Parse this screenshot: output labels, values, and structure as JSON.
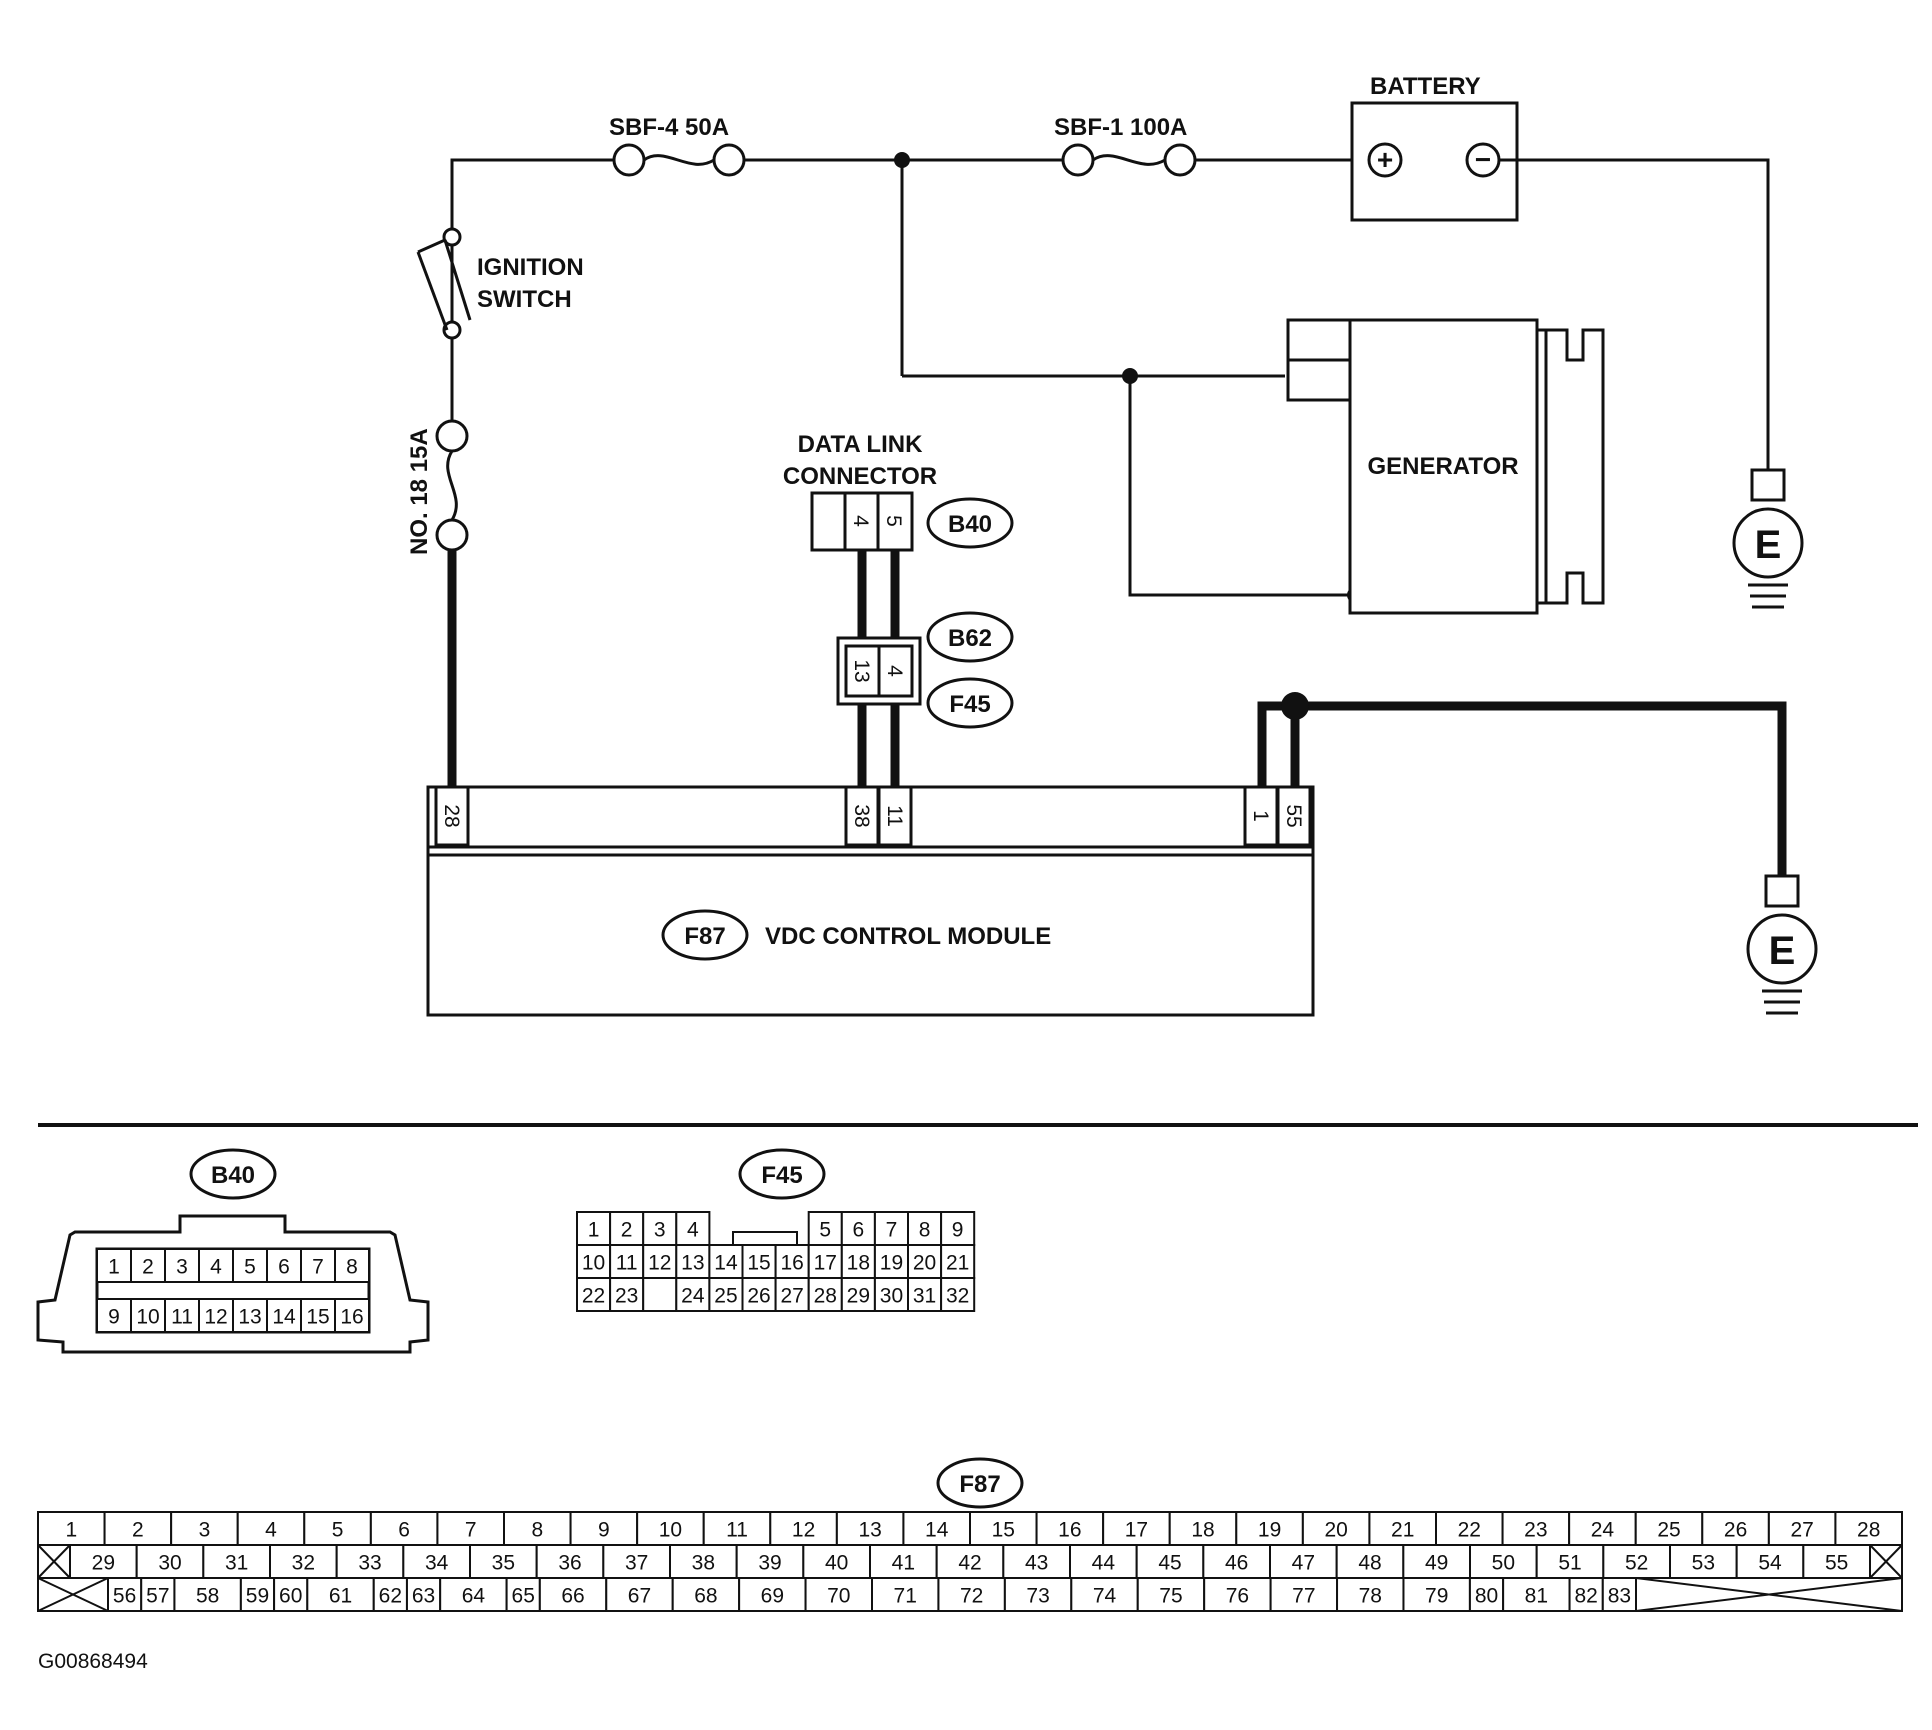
{
  "labels": {
    "battery": "BATTERY",
    "fuse_sbf4": "SBF-4 50A",
    "fuse_sbf1": "SBF-1 100A",
    "ignition_line1": "IGNITION",
    "ignition_line2": "SWITCH",
    "fuse_no18": "NO. 18 15A",
    "dlc_line1": "DATA LINK",
    "dlc_line2": "CONNECTOR",
    "generator": "GENERATOR",
    "vdc_module": "VDC CONTROL MODULE",
    "ground_symbol": "E",
    "battery_plus": "+",
    "battery_minus": "−",
    "figure_code": "G00868494"
  },
  "connectors": {
    "b40": "B40",
    "b62": "B62",
    "f45": "F45",
    "f87": "F87"
  },
  "pins": {
    "dlc": [
      "4",
      "5"
    ],
    "joint": [
      "13",
      "4"
    ],
    "module": [
      "28",
      "38",
      "11",
      "1",
      "55"
    ]
  },
  "b40_pins": {
    "top": [
      "1",
      "2",
      "3",
      "4",
      "5",
      "6",
      "7",
      "8"
    ],
    "bottom": [
      "9",
      "10",
      "11",
      "12",
      "13",
      "14",
      "15",
      "16"
    ]
  },
  "f45_pins": {
    "row1_left": [
      "1",
      "2",
      "3",
      "4"
    ],
    "row1_right": [
      "5",
      "6",
      "7",
      "8",
      "9"
    ],
    "row2": [
      "10",
      "11",
      "12",
      "13",
      "14",
      "15",
      "16",
      "17",
      "18",
      "19",
      "20",
      "21"
    ],
    "row3_left": [
      "22",
      "23"
    ],
    "row3_mid": [
      "24",
      "25",
      "26",
      "27",
      "28",
      "29",
      "30"
    ],
    "row3_right": [
      "31",
      "32"
    ]
  },
  "f87_pins": {
    "row1": [
      "1",
      "2",
      "3",
      "4",
      "5",
      "6",
      "7",
      "8",
      "9",
      "10",
      "11",
      "12",
      "13",
      "14",
      "15",
      "16",
      "17",
      "18",
      "19",
      "20",
      "21",
      "22",
      "23",
      "24",
      "25",
      "26",
      "27",
      "28"
    ],
    "row2": [
      "29",
      "30",
      "31",
      "32",
      "33",
      "34",
      "35",
      "36",
      "37",
      "38",
      "39",
      "40",
      "41",
      "42",
      "43",
      "44",
      "45",
      "46",
      "47",
      "48",
      "49",
      "50",
      "51",
      "52",
      "53",
      "54",
      "55"
    ],
    "row3": [
      "56",
      "57",
      "58",
      "59",
      "60",
      "61",
      "62",
      "63",
      "64",
      "65",
      "66",
      "67",
      "68",
      "69",
      "70",
      "71",
      "72",
      "73",
      "74",
      "75",
      "76",
      "77",
      "78",
      "79",
      "80",
      "81",
      "82",
      "83"
    ]
  }
}
